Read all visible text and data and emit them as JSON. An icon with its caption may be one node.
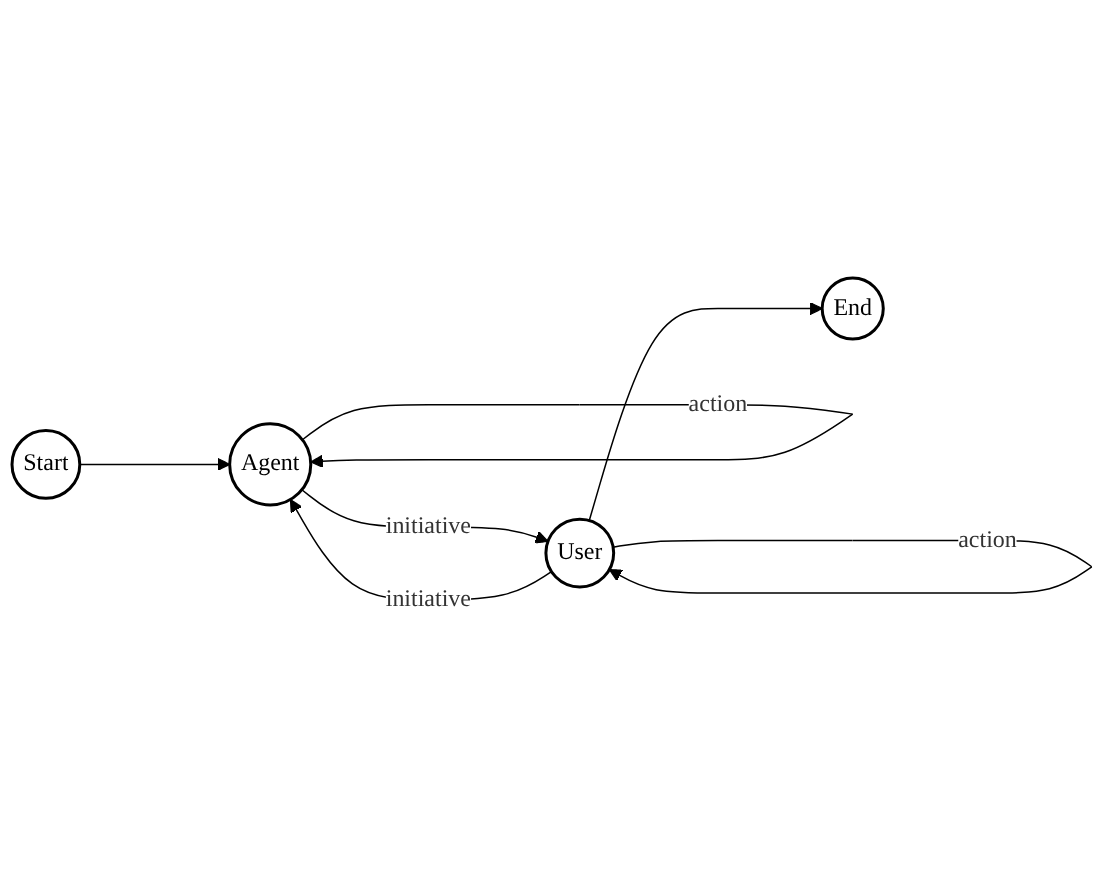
{
  "diagram": {
    "nodes": [
      {
        "text": [
          "Start"
        ]
      },
      {
        "text": [
          "Agent"
        ]
      },
      {
        "text": [
          "User"
        ]
      },
      {
        "text": [
          "End"
        ]
      }
    ],
    "edges": [
      {
        "from": 0,
        "to": 1,
        "arrow": "to"
      },
      {
        "from": 1,
        "to": 1,
        "arrow": "to",
        "label": "action"
      },
      {
        "from": 1,
        "to": 2,
        "arrow": "to",
        "label": "initiative"
      },
      {
        "from": 2,
        "to": 1,
        "arrow": "to",
        "label": "initiative"
      },
      {
        "from": 2,
        "to": 2,
        "arrow": "to",
        "label": "action"
      },
      {
        "from": 2,
        "to": 3,
        "arrow": "to"
      }
    ]
  }
}
